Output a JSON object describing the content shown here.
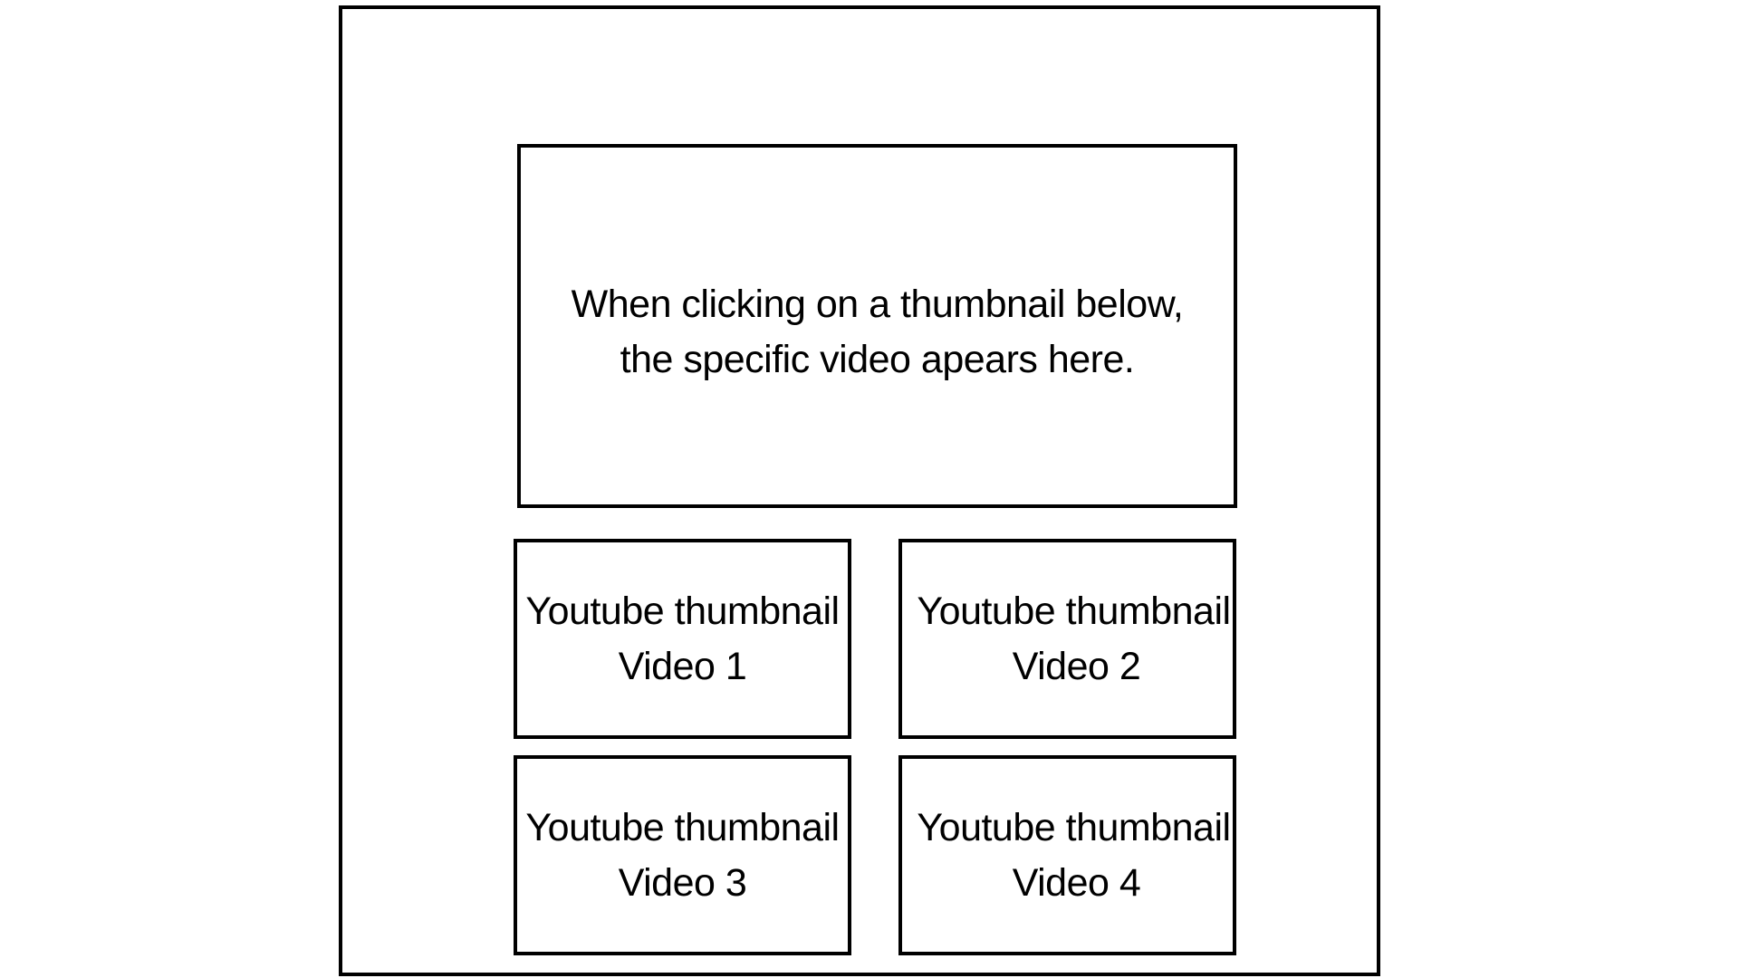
{
  "player": {
    "text": "When clicking on a thumbnail below,\nthe specific video apears here."
  },
  "thumbnails": [
    {
      "title": "Youtube thumbnail",
      "subtitle": "Video 1"
    },
    {
      "title": "Youtube thumbnail",
      "subtitle": "Video 2"
    },
    {
      "title": "Youtube thumbnail",
      "subtitle": "Video 3"
    },
    {
      "title": "Youtube thumbnail",
      "subtitle": "Video 4"
    }
  ],
  "colors": {
    "stroke": "#000000",
    "background": "#ffffff"
  }
}
